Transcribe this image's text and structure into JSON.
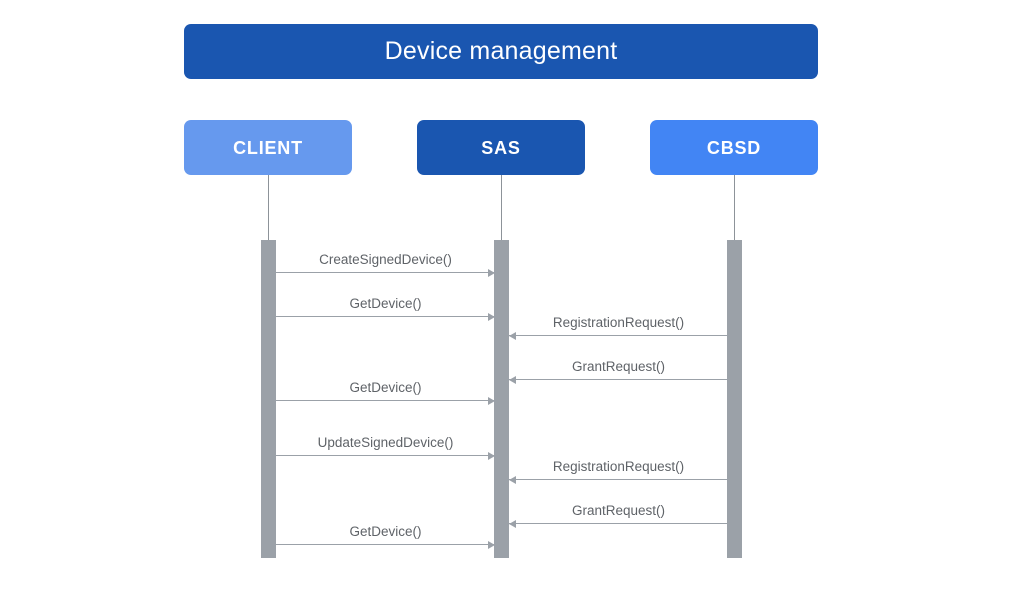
{
  "diagram": {
    "title": "Device management",
    "type": "sequence-diagram",
    "colors": {
      "title_bar": "#1a56b0",
      "client_box": "#6699ee",
      "sas_box": "#1a56b0",
      "cbsd_box": "#4285f4",
      "activation_bar": "#9ba1a8",
      "message_line": "#9ba1a8",
      "message_text": "#5f6368",
      "header_text": "#ffffff",
      "background": "#ffffff"
    },
    "participants": [
      {
        "id": "client",
        "label": "CLIENT",
        "color": "#6699ee"
      },
      {
        "id": "sas",
        "label": "SAS",
        "color": "#1a56b0"
      },
      {
        "id": "cbsd",
        "label": "CBSD",
        "color": "#4285f4"
      }
    ],
    "messages": [
      {
        "seq": 1,
        "label": "CreateSignedDevice()",
        "from": "client",
        "to": "sas",
        "direction": "right"
      },
      {
        "seq": 2,
        "label": "GetDevice()",
        "from": "client",
        "to": "sas",
        "direction": "right"
      },
      {
        "seq": 3,
        "label": "RegistrationRequest()",
        "from": "cbsd",
        "to": "sas",
        "direction": "left"
      },
      {
        "seq": 4,
        "label": "GrantRequest()",
        "from": "cbsd",
        "to": "sas",
        "direction": "left"
      },
      {
        "seq": 5,
        "label": "GetDevice()",
        "from": "client",
        "to": "sas",
        "direction": "right"
      },
      {
        "seq": 6,
        "label": "UpdateSignedDevice()",
        "from": "client",
        "to": "sas",
        "direction": "right"
      },
      {
        "seq": 7,
        "label": "RegistrationRequest()",
        "from": "cbsd",
        "to": "sas",
        "direction": "left"
      },
      {
        "seq": 8,
        "label": "GrantRequest()",
        "from": "cbsd",
        "to": "sas",
        "direction": "left"
      },
      {
        "seq": 9,
        "label": "GetDevice()",
        "from": "client",
        "to": "sas",
        "direction": "right"
      }
    ]
  }
}
